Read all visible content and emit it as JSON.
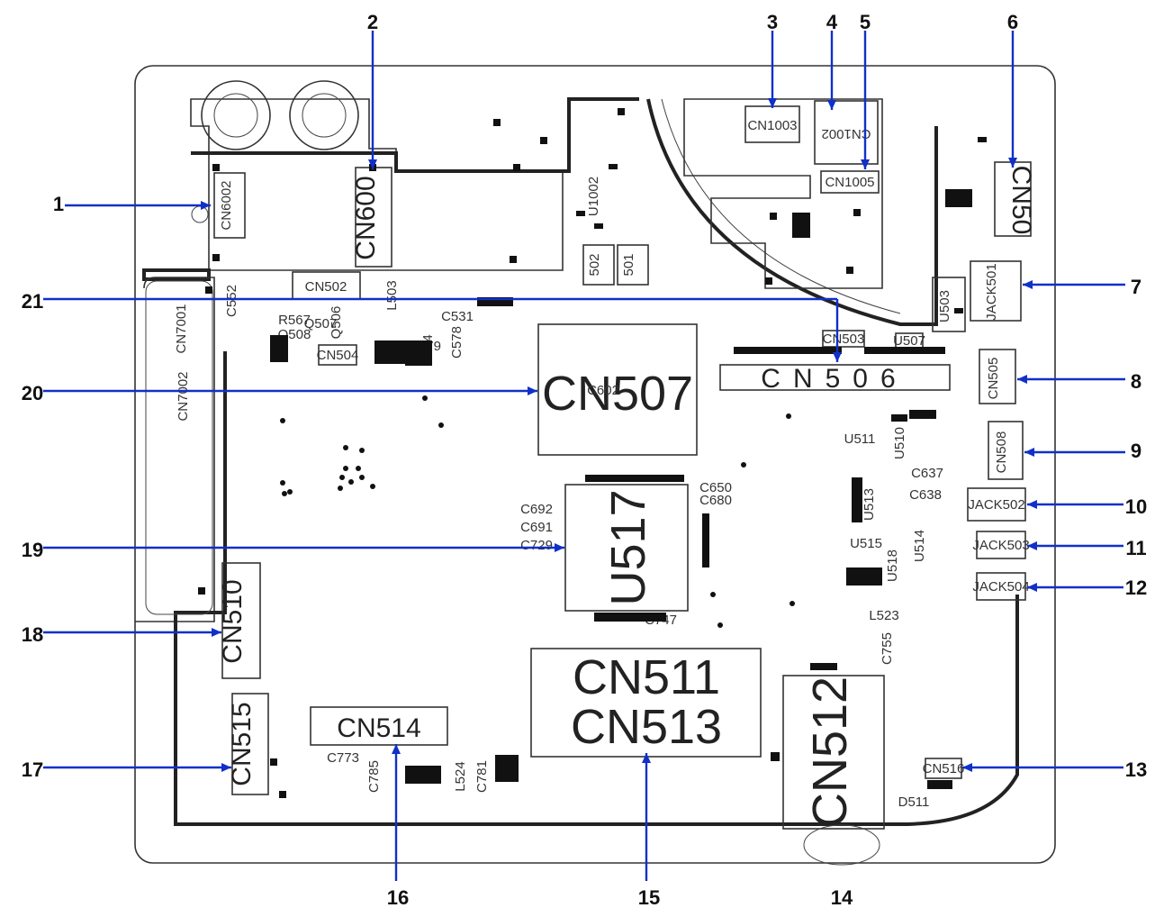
{
  "callouts": [
    {
      "number": "1"
    },
    {
      "number": "2"
    },
    {
      "number": "3"
    },
    {
      "number": "4"
    },
    {
      "number": "5"
    },
    {
      "number": "6"
    },
    {
      "number": "7"
    },
    {
      "number": "8"
    },
    {
      "number": "9"
    },
    {
      "number": "10"
    },
    {
      "number": "11"
    },
    {
      "number": "12"
    },
    {
      "number": "13"
    },
    {
      "number": "14"
    },
    {
      "number": "15"
    },
    {
      "number": "16"
    },
    {
      "number": "17"
    },
    {
      "number": "18"
    },
    {
      "number": "19"
    },
    {
      "number": "20"
    },
    {
      "number": "21"
    }
  ],
  "components": {
    "cn6002": "CN6002",
    "cn600": "CN600",
    "cn1003": "CN1003",
    "cn1002": "CN1002",
    "cn1005": "CN1005",
    "cn50": "CN50",
    "jack501": "JACK501",
    "u503": "U503",
    "cn505": "CN505",
    "cn508": "CN508",
    "jack502": "JACK502",
    "jack503": "JACK503",
    "jack504": "JACK504",
    "cn516": "CN516",
    "cn512": "CN512",
    "cn511": "CN511",
    "cn513": "CN513",
    "cn514": "CN514",
    "cn515": "CN515",
    "cn510": "CN510",
    "u517": "U517",
    "cn507": "CN507",
    "cn506": "CN506",
    "cn503": "CN503",
    "u507": "U507",
    "cn502": "CN502",
    "cn504": "CN504",
    "l502": "502",
    "l501": "501",
    "u1002": "U1002",
    "c552": "C552",
    "cn7001": "CN7001",
    "cn7002": "CN7002",
    "c602": "C602",
    "c692": "C692",
    "c691": "C691",
    "c729": "C729",
    "c650": "C650",
    "c680": "C680",
    "u513": "U513",
    "u510": "U510",
    "u511": "U511",
    "u518": "U518",
    "l523": "L523",
    "c755": "C755",
    "d511": "D511",
    "c773": "C773",
    "c785": "C785",
    "l524": "L524",
    "c781": "C781",
    "l504": "L504",
    "c531": "C531",
    "c579": "C579",
    "c578": "C578",
    "q507": "Q507",
    "q506": "Q506",
    "q508": "Q508",
    "r567": "R567",
    "l503": "L503",
    "c747": "C747",
    "u515": "U515",
    "u514": "U514",
    "c638": "C638",
    "c637": "C637"
  },
  "colors": {
    "leader": "#1030c8",
    "outline": "#333333",
    "text": "#111111"
  }
}
